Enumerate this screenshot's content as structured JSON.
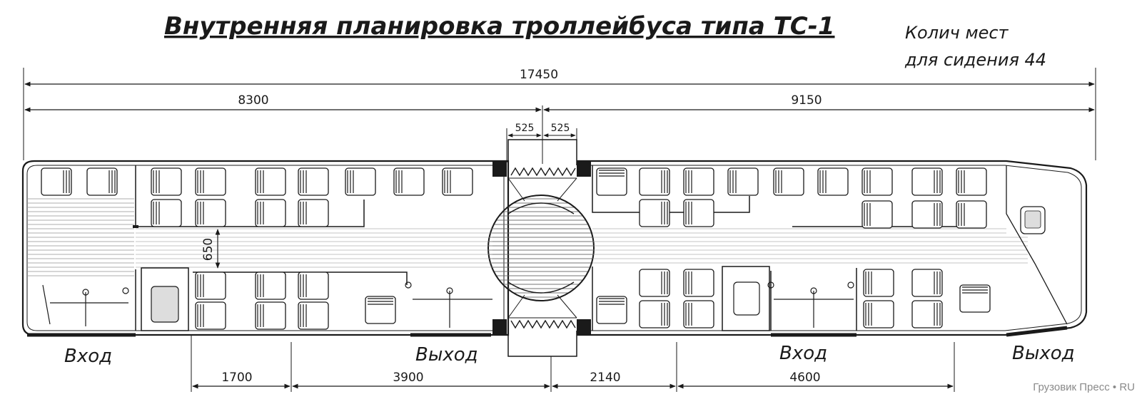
{
  "title": "Внутренняя планировка троллейбуса типа ТС-1",
  "seats_note": {
    "line1": "Колич мест",
    "line2": "для сидения 44"
  },
  "dimensions": {
    "overall": "17450",
    "front_section": "8300",
    "rear_section": "9150",
    "joint_left": "525",
    "joint_right": "525",
    "aisle": "650",
    "bottom": [
      "1700",
      "3900",
      "2140",
      "4600"
    ]
  },
  "doors": [
    {
      "label": "Вход"
    },
    {
      "label": "Выход"
    },
    {
      "label": "Вход"
    },
    {
      "label": "Выход"
    }
  ],
  "watermark": "Грузовик Пресс • RU",
  "seat_count": 44
}
